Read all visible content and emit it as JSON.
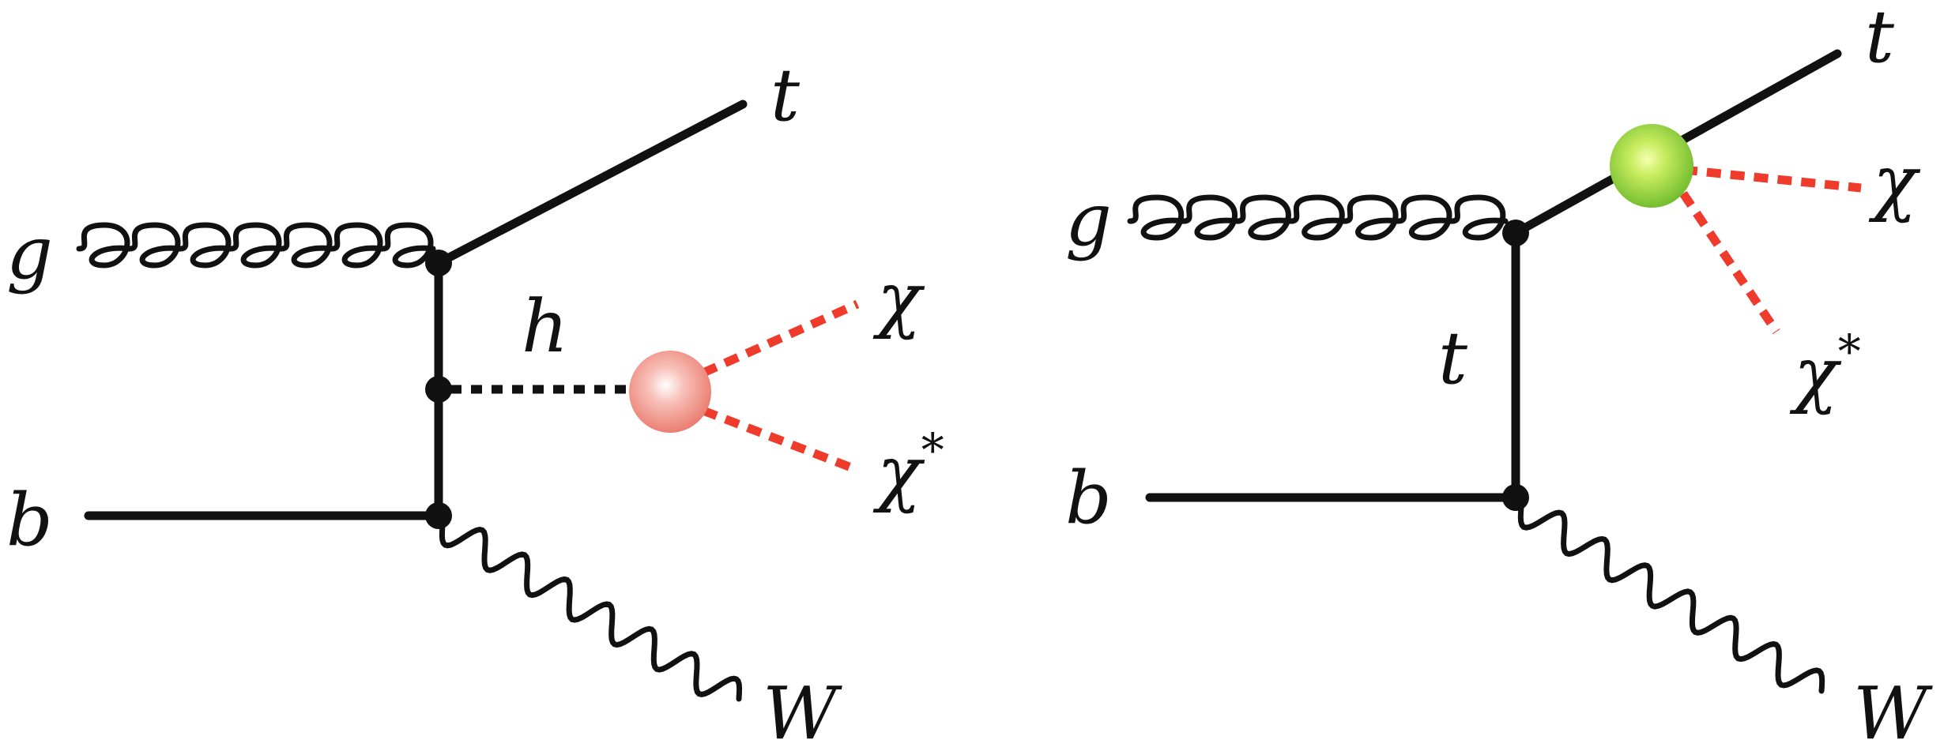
{
  "diagram_left": {
    "labels": {
      "gluon": "g",
      "bottom": "b",
      "top": "t",
      "higgs": "h",
      "chi": "χ",
      "chi_star": "χ",
      "star": "*",
      "w": "W"
    },
    "blob_color": "#f08b80"
  },
  "diagram_right": {
    "labels": {
      "gluon": "g",
      "bottom": "b",
      "top_out": "t",
      "top_internal": "t",
      "chi": "χ",
      "chi_star": "χ",
      "star": "*",
      "w": "W"
    },
    "blob_color": "#8ccf3c"
  }
}
